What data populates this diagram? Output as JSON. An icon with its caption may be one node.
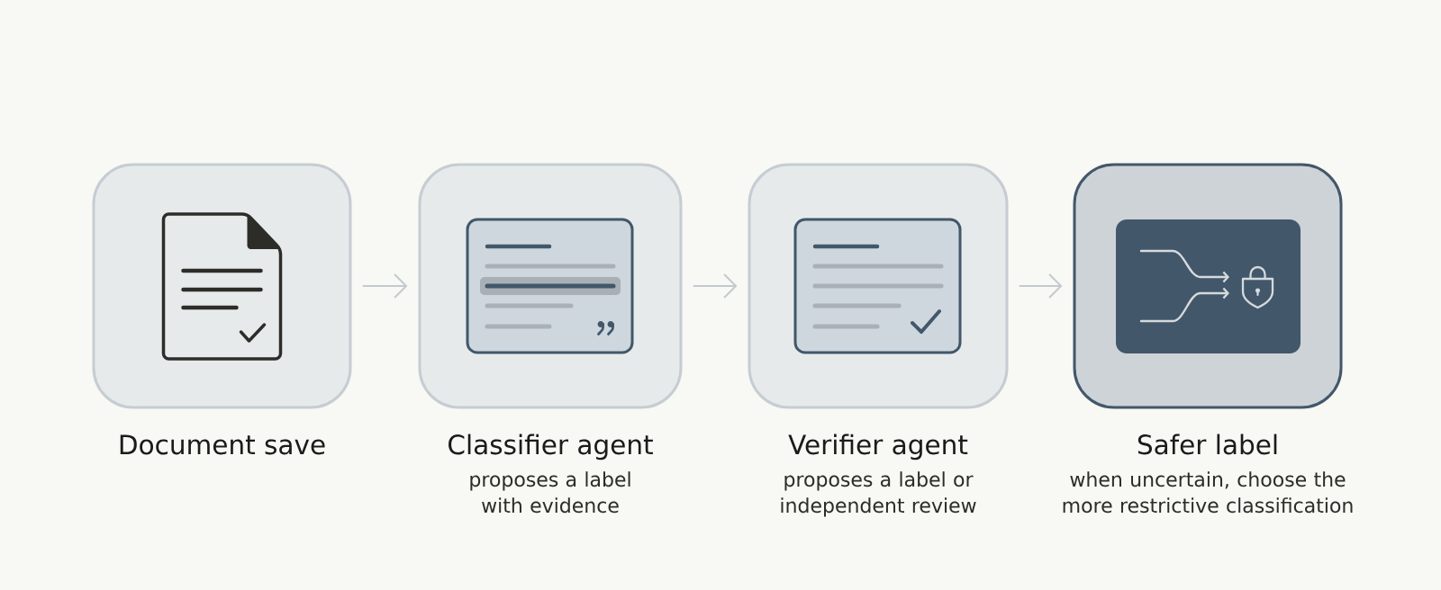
{
  "diagram": {
    "nodes": [
      {
        "text": [
          "Document save"
        ]
      },
      {
        "text": [
          "Classifier agent",
          "proposes a label with evidence"
        ]
      },
      {
        "text": [
          "Verifier agent",
          "proposes a label or independent review"
        ]
      },
      {
        "text": [
          "Safer label",
          "when uncertain, choose the more restrictive classification"
        ]
      }
    ],
    "edges": [
      {
        "from": 0,
        "to": 1,
        "arrow": "to"
      },
      {
        "from": 1,
        "to": 2,
        "arrow": "to"
      },
      {
        "from": 2,
        "to": 3,
        "arrow": "to"
      }
    ]
  }
}
